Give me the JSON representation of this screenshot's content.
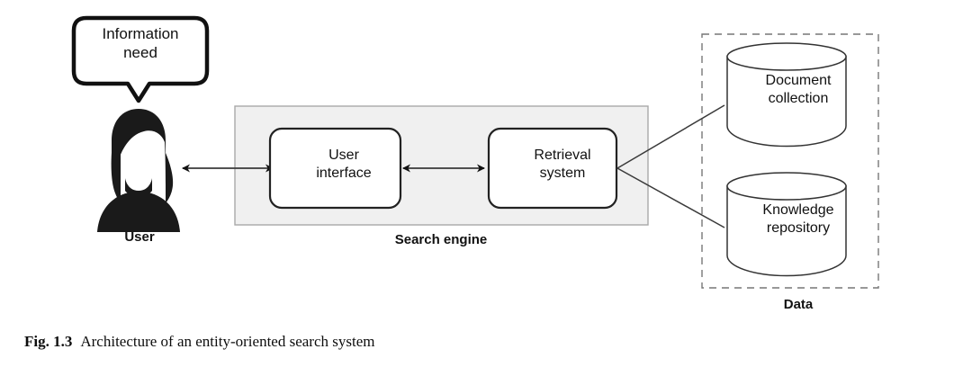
{
  "figure": {
    "caption_number": "Fig. 1.3",
    "caption_text": "Architecture of an entity-oriented search system",
    "background_color": "#ffffff"
  },
  "diagram": {
    "type": "architecture-block-diagram",
    "speech_bubble": {
      "text": "Information\nneed",
      "border_color": "#111111",
      "fill_color": "#ffffff"
    },
    "actor": {
      "icon": "user-person-icon",
      "label": "User",
      "color": "#1a1a1a"
    },
    "search_engine_group": {
      "label": "Search engine",
      "fill_color": "#f0f0f0",
      "border_color": "#a8a8a8",
      "nodes": [
        {
          "id": "user-interface",
          "label": "User\ninterface",
          "fill_color": "#ffffff",
          "border_color": "#222222"
        },
        {
          "id": "retrieval-system",
          "label": "Retrieval\nsystem",
          "fill_color": "#ffffff",
          "border_color": "#222222"
        }
      ]
    },
    "data_group": {
      "label": "Data",
      "border_style": "dashed",
      "border_color": "#777777",
      "stores": [
        {
          "id": "document-collection",
          "label": "Document\ncollection",
          "shape": "cylinder",
          "fill_color": "#ffffff",
          "border_color": "#333333"
        },
        {
          "id": "knowledge-repository",
          "label": "Knowledge\nrepository",
          "shape": "cylinder",
          "fill_color": "#ffffff",
          "border_color": "#333333"
        }
      ]
    },
    "connectors": [
      {
        "id": "user-to-ui",
        "from": "user",
        "to": "user-interface",
        "style": "double-arrow"
      },
      {
        "id": "ui-to-retrieval",
        "from": "user-interface",
        "to": "retrieval-system",
        "style": "double-arrow"
      },
      {
        "id": "retrieval-to-documents",
        "from": "retrieval-system",
        "to": "document-collection",
        "style": "plain-line"
      },
      {
        "id": "retrieval-to-knowledge",
        "from": "retrieval-system",
        "to": "knowledge-repository",
        "style": "plain-line"
      }
    ]
  }
}
